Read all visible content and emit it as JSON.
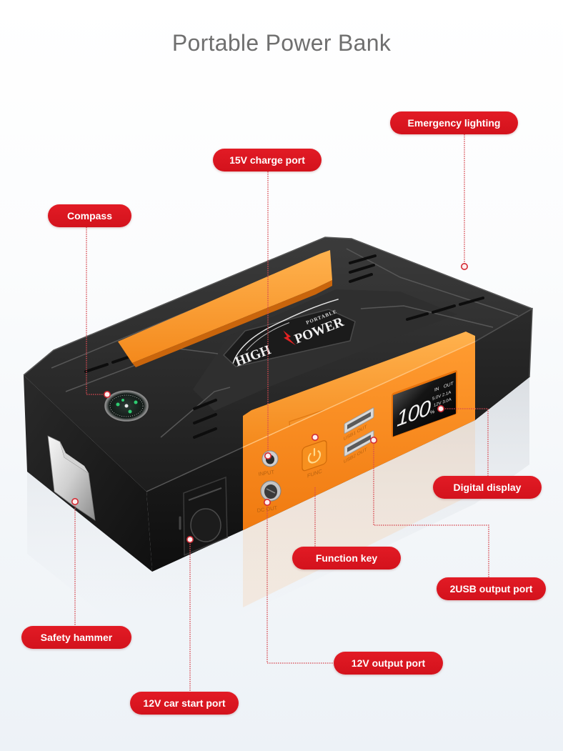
{
  "page": {
    "title": "Portable Power Bank"
  },
  "callouts": [
    {
      "id": "emergency-lighting",
      "label": "Emergency lighting"
    },
    {
      "id": "15v-charge-port",
      "label": "15V charge port"
    },
    {
      "id": "compass",
      "label": "Compass"
    },
    {
      "id": "digital-display",
      "label": "Digital display"
    },
    {
      "id": "function-key",
      "label": "Function key"
    },
    {
      "id": "2usb-output-port",
      "label": "2USB output port"
    },
    {
      "id": "safety-hammer",
      "label": "Safety hammer"
    },
    {
      "id": "12v-output-port",
      "label": "12V output port"
    },
    {
      "id": "12v-car-start-port",
      "label": "12V car start port"
    }
  ],
  "device": {
    "logo": {
      "top": "PORTABLE",
      "left": "HIGH",
      "right": "POWER"
    },
    "display": {
      "percent": "100",
      "percent_unit": "%",
      "col_in": "IN",
      "col_out": "OUT",
      "row_usb": "5.0V 2.1A",
      "row_dc": "12V 3.0A"
    },
    "port_labels": {
      "input": "INPUT",
      "dc_out": "DC OUT",
      "func": "FUNC",
      "usb1": "USB1 OUT",
      "usb2": "USB2 OUT"
    }
  },
  "colors": {
    "callout_bg": "#d9151f",
    "callout_text": "#ffffff",
    "title": "#6f6f6f",
    "accent_orange": "#f5871f",
    "body_black": "#1e1e1e",
    "connector": "#d64a52"
  }
}
